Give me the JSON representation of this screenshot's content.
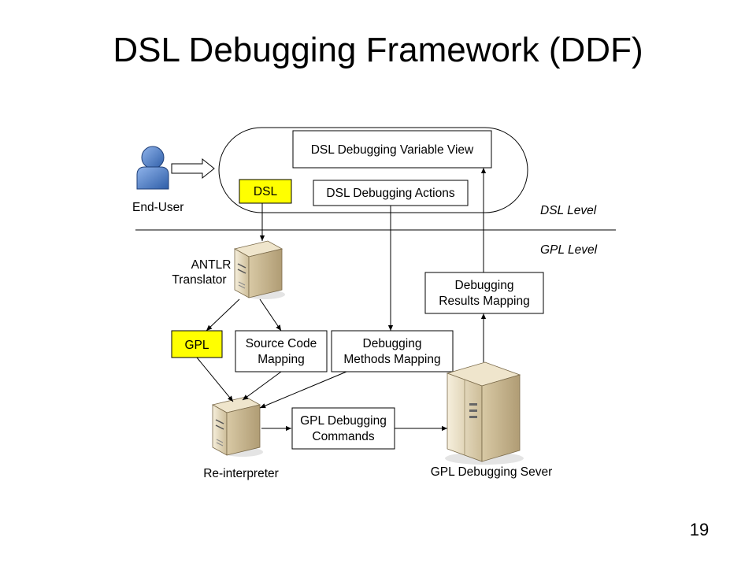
{
  "slide": {
    "title": "DSL Debugging Framework (DDF)",
    "page_number": "19"
  },
  "diagram": {
    "end_user_label": "End-User",
    "dsl_level_label": "DSL Level",
    "gpl_level_label": "GPL Level",
    "nodes": {
      "variable_view": {
        "label": "DSL Debugging Variable View"
      },
      "dsl": {
        "label": "DSL",
        "fill": "#ffff00"
      },
      "debugging_actions": {
        "label": "DSL Debugging Actions"
      },
      "antlr": {
        "line1": "ANTLR",
        "line2": "Translator"
      },
      "debugging_results_mapping": {
        "line1": "Debugging",
        "line2": "Results Mapping"
      },
      "gpl": {
        "label": "GPL",
        "fill": "#ffff00"
      },
      "source_code_mapping": {
        "line1": "Source Code",
        "line2": "Mapping"
      },
      "debugging_methods_mapping": {
        "line1": "Debugging",
        "line2": "Methods Mapping"
      },
      "re_interpreter": {
        "label": "Re-interpreter"
      },
      "gpl_debugging_commands": {
        "line1": "GPL Debugging",
        "line2": "Commands"
      },
      "gpl_debugging_server": {
        "label": "GPL Debugging Sever"
      }
    },
    "colors": {
      "user_icon": "#4f7fc6",
      "server_body": "#e8dcc0",
      "highlight": "#ffff00"
    }
  }
}
